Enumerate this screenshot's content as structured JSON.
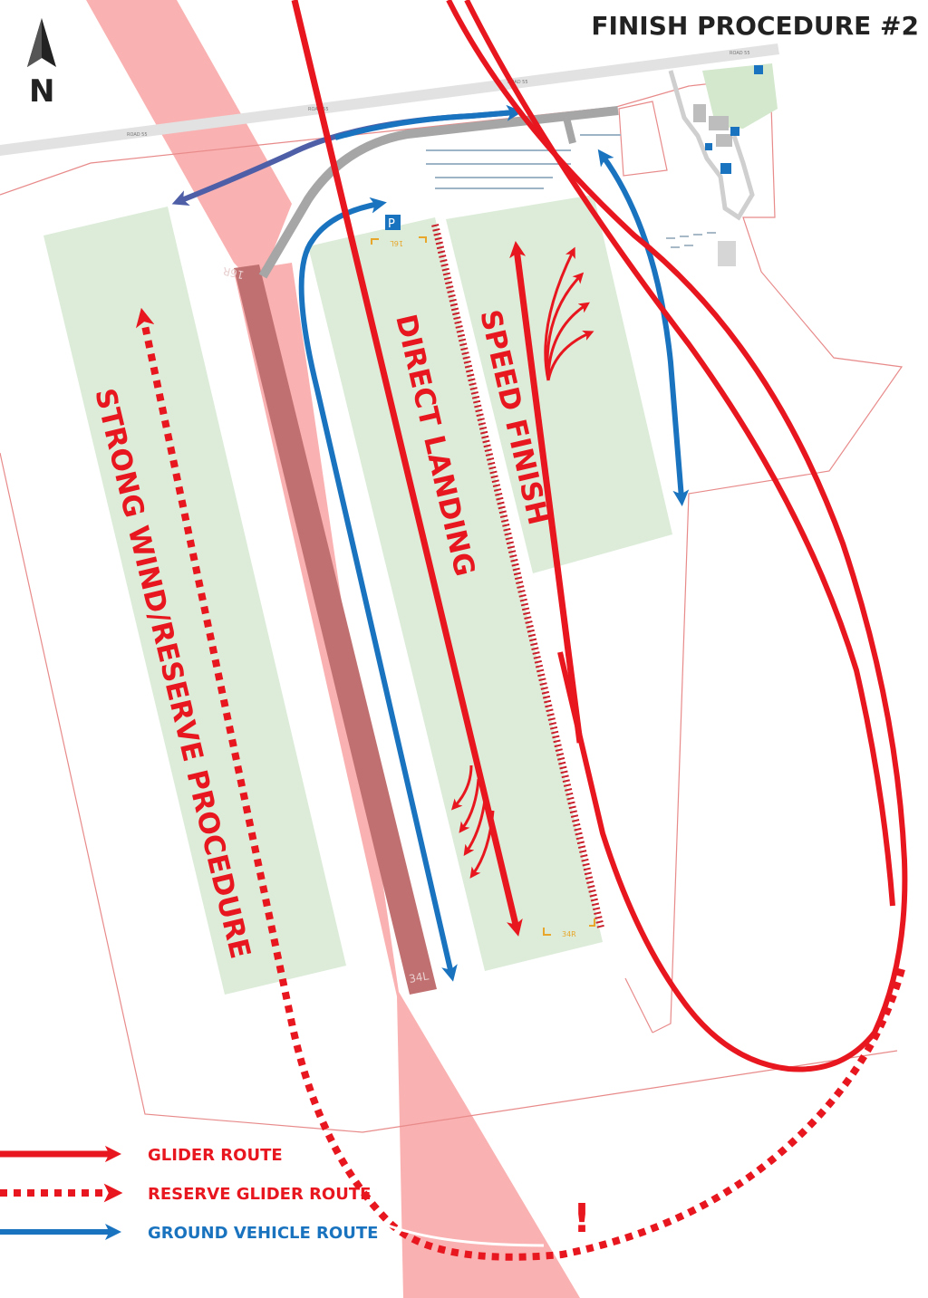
{
  "title": "FINISH PROCEDURE #2",
  "north": {
    "letter": "N",
    "icon": "north-arrow-icon"
  },
  "colors": {
    "glider": "#e8161e",
    "ground": "#1a73bf",
    "ground_alt": "#4f5fa7",
    "zone": "#dcecd9",
    "airspace": "#f9a8a8",
    "runway": "#c07070",
    "taxi": "#a6a6a6",
    "boundary": "#e88a8a"
  },
  "labels": {
    "speed_finish": "SPEED FINISH",
    "direct_landing": "DIRECT LANDING",
    "strong_wind": "STRONG WIND/RESERVE PROCEDURE",
    "warning": "!"
  },
  "runways": {
    "r16r": "16R",
    "r34l": "34L",
    "r16l": "16L",
    "r34r": "34R",
    "parking": "P"
  },
  "roads": {
    "road_1": "ROAD 55",
    "road_2": "ROAD 55",
    "road_3": "ROAD 55",
    "road_4": "ROAD 55"
  },
  "legend": [
    {
      "label": "GLIDER ROUTE",
      "icon": "solid-red-arrow-icon"
    },
    {
      "label": "RESERVE GLIDER ROUTE",
      "icon": "dashed-red-arrow-icon"
    },
    {
      "label": "GROUND VEHICLE ROUTE",
      "icon": "blue-arrow-icon"
    }
  ]
}
